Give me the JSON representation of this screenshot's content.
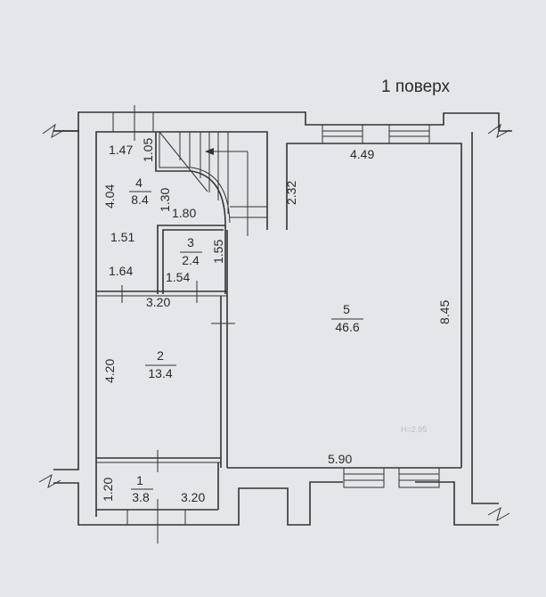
{
  "title": "1 поверх",
  "rooms": [
    {
      "number": "1",
      "area": "3.8"
    },
    {
      "number": "2",
      "area": "13.4"
    },
    {
      "number": "3",
      "area": "2.4"
    },
    {
      "number": "4",
      "area": "8.4"
    },
    {
      "number": "5",
      "area": "46.6"
    }
  ],
  "dimensions": {
    "d147": "1.47",
    "d105": "1.05",
    "d404": "4.04",
    "d130": "1.30",
    "d180": "1.80",
    "d151": "1.51",
    "d155": "1.55",
    "d164": "1.64",
    "d154": "1.54",
    "d232": "2.32",
    "d449": "4.49",
    "d320a": "3.20",
    "d420": "4.20",
    "d845": "8.45",
    "d590": "5.90",
    "d120": "1.20",
    "d320b": "3.20"
  },
  "ceiling_height": "H=2.95"
}
